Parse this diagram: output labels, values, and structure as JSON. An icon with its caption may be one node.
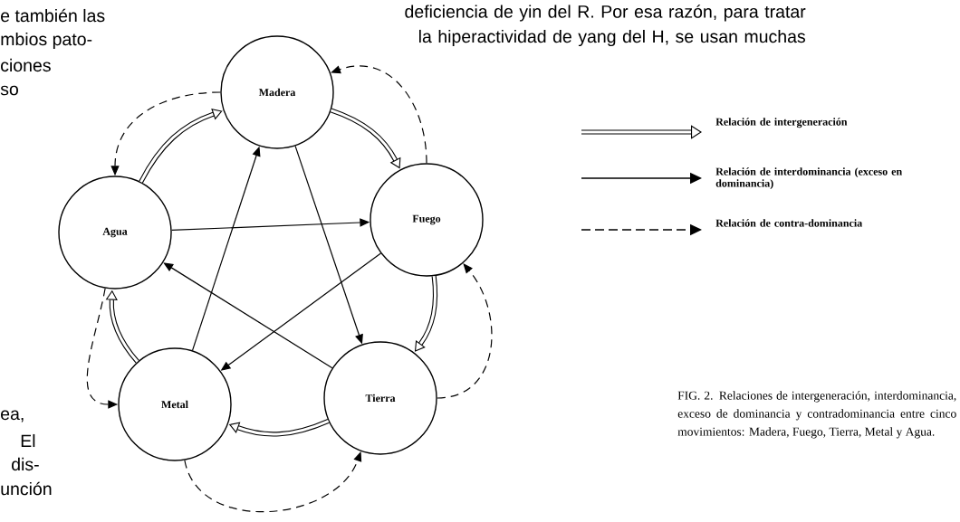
{
  "diagram": {
    "caption": "FIG. 2. Relaciones de intergeneración, interdominancia, exceso de dominancia y contradominancia entre cinco movimientos: Madera, Fuego, Tierra, Metal y Agua.",
    "nodes": [
      {
        "text": [
          "Madera"
        ]
      },
      {
        "text": [
          "Agua"
        ]
      },
      {
        "text": [
          "Fuego"
        ]
      },
      {
        "text": [
          "Metal"
        ]
      },
      {
        "text": [
          "Tierra"
        ]
      }
    ],
    "edges": [
      {
        "from": 0,
        "to": 2,
        "arrow": "to",
        "style": "thick"
      },
      {
        "from": 2,
        "to": 4,
        "arrow": "to",
        "style": "thick"
      },
      {
        "from": 4,
        "to": 3,
        "arrow": "to",
        "style": "thick"
      },
      {
        "from": 3,
        "to": 1,
        "arrow": "to",
        "style": "thick"
      },
      {
        "from": 1,
        "to": 0,
        "arrow": "to",
        "style": "thick"
      },
      {
        "from": 0,
        "to": 4,
        "arrow": "to"
      },
      {
        "from": 4,
        "to": 1,
        "arrow": "to"
      },
      {
        "from": 1,
        "to": 2,
        "arrow": "to"
      },
      {
        "from": 2,
        "to": 3,
        "arrow": "to"
      },
      {
        "from": 3,
        "to": 0,
        "arrow": "to"
      },
      {
        "from": 0,
        "to": 1,
        "arrow": "to",
        "style": "dashed"
      },
      {
        "from": 2,
        "to": 0,
        "arrow": "to",
        "style": "dashed"
      },
      {
        "from": 4,
        "to": 2,
        "arrow": "to",
        "style": "dashed"
      },
      {
        "from": 3,
        "to": 4,
        "arrow": "to",
        "style": "dashed"
      },
      {
        "from": 1,
        "to": 3,
        "arrow": "to",
        "style": "dashed"
      }
    ],
    "labels": [
      "e también las",
      "mbios pato-",
      "ciones",
      "so",
      "deficiencia de yin del R. Por esa razón, para tratar la hiperactividad de yang del H, se usan muchas",
      "ea,",
      "El",
      "dis-",
      "unción"
    ],
    "legend": [
      {
        "text": "Relación de intergeneración"
      },
      {
        "text": "Relación de interdominancia (exceso en dominancia)"
      },
      {
        "text": "Relación de contra-dominancia"
      }
    ]
  }
}
